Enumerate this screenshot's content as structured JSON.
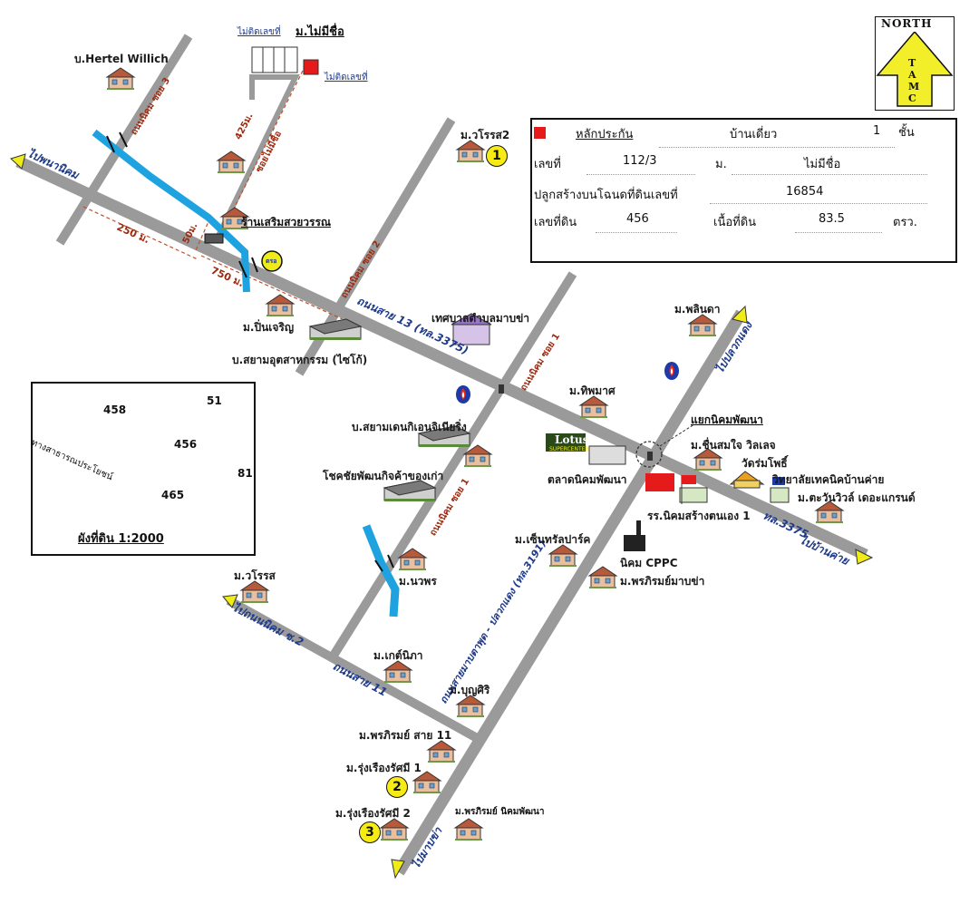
{
  "colors": {
    "road": "#9a9a9a",
    "canal": "#1fa3e0",
    "arrow": "#f0ec18",
    "red": "#e51a1a",
    "north_fill": "#f2ef2a"
  },
  "north": {
    "label": "NORTH",
    "letters": "TAMC"
  },
  "property": {
    "name": "ม.ไม่มีชื่อ",
    "no_number_1": "ไม่ติดเลขที่",
    "no_number_2": "ไม่ติดเลขที่",
    "dist_425": "425ม.",
    "soi_noname": "ซอยไม่มีชื่อ",
    "dist_50": "50ม.",
    "dist_250": "250 ม.",
    "dist_750": "750 ม."
  },
  "info": {
    "collateral": "หลักประกัน",
    "type": "บ้านเดี่ยว",
    "floors": "1",
    "floor_unit": "ชั้น",
    "no_label": "เลขที่",
    "no_value": "112/3",
    "moo_label": "ม.",
    "moo_value": "ไม่มีชื่อ",
    "deed_label": "ปลูกสร้างบนโฉนดที่ดินเลขที่",
    "deed_value": "16854",
    "parcel_label": "เลขที่ดิน",
    "parcel_value": "456",
    "area_label": "เนื้อที่ดิน",
    "area_value": "83.5",
    "area_unit": "ตรว."
  },
  "plot": {
    "title": "ผังที่ดิน 1:2000",
    "p458": "458",
    "p51": "51",
    "p456": "456",
    "p81": "81",
    "p465": "465",
    "public_road": "ทางสาธารณประโยชน์"
  },
  "roads": {
    "to_phannikom": "ไปพนานิคม",
    "road13": "ถนนสาย 13 (ทล.3375)",
    "to_plaeng": "ไปปลวกแดง",
    "tl3375": "ทล.3375",
    "to_bankhai": "ไปบ้านค่าย",
    "to_ponnikom": "ไปถนนนิคม ซ.2",
    "road11": "ถนนสาย 11",
    "road_main": "ถนนสายมาบตาพุด - ปลวกแดง (ทล.3191)",
    "to_mabkha": "ไปมาบข่า",
    "soi3": "ถนนนิคม ซอย 3",
    "soi2": "ถนนนิคม ซอย 2",
    "soi1a": "ถนนนิคม ซอย 1",
    "soi1b": "ถนนนิคม ซอย 1"
  },
  "places": {
    "hertel": "บ.Hertel Willich",
    "sermsuay": "ร้านเสริมสวยวรรณ",
    "pinchareon": "ม.ปิ่นเจริญ",
    "siam_industry": "บ.สยามอุตสาหกรรม (ไซโก้)",
    "worasa2": "ม.วโรรส2",
    "tessaban": "เทศบาลตำบลมาบข่า",
    "siam_dencon": "บ.สยามเดนกิเอนจิเนียริ่ง",
    "chokchai": "โชคชัยพัฒนกิจค้าของเก่า",
    "tippamas": "ม.ทิพมาศ",
    "phalinda": "ม.พลินดา",
    "yaek": "แยกนิคมพัฒนา",
    "lotus": "Lotus",
    "lotus_sub": "SUPERCENTER",
    "talad": "ตลาดนิคมพัฒนา",
    "chuensomjai": "ม.ชื่นสมใจ วิลเลจ",
    "wat": "วัดร่มโพธิ์",
    "college": "วิทยาลัยเทคนิคบ้านค่าย",
    "school": "รร.นิคมสร้างตนเอง 1",
    "taravan": "ม.ตะวันวิวล์ เดอะแกรนด์",
    "central": "ม.เซ็นทรัลปาร์ค",
    "cppc": "นิคม CPPC",
    "pornpirom": "ม.พรภิรมย์มาบข่า",
    "naworn": "ม.นวพร",
    "worasa": "ม.วโรรส",
    "ketnipa": "ม.เกต์นิภา",
    "boonsiri": "ม.บุญศิริ",
    "pornpirom11": "ม.พรภิรมย์ สาย 11",
    "rung1": "ม.รุ่งเรืองรัศมี 1",
    "rung2": "ม.รุ่งเรืองรัศมี 2",
    "pornpirom_nikom": "ม.พรภิรมย์ นิคมพัฒนา",
    "ptt": "ตรอ"
  },
  "markers": {
    "m1": "1",
    "m2": "2",
    "m3": "3"
  }
}
